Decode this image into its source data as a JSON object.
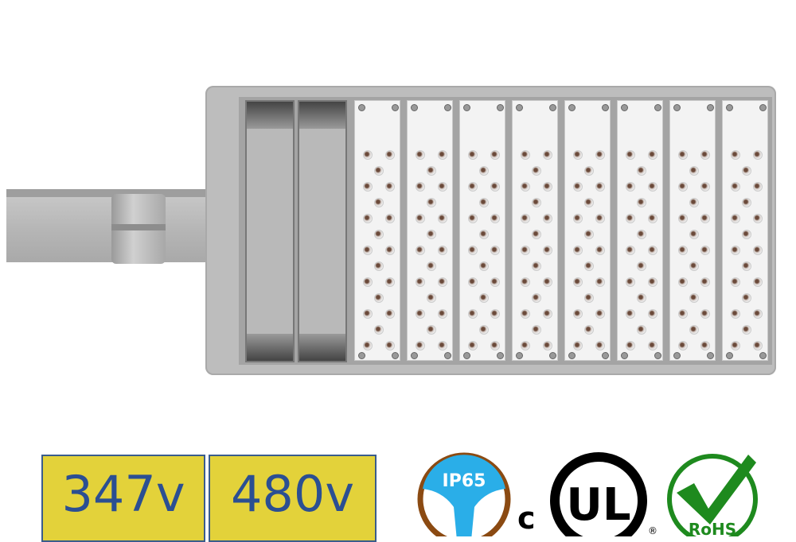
{
  "product": {
    "voltage_badges": [
      "347v",
      "480v"
    ],
    "certifications": {
      "ip_rating": "IP65",
      "ul_prefix": "c",
      "ul_mark": "UL",
      "ul_registered": "®",
      "rohs": "RoHS"
    },
    "led_module_count": 8,
    "driver_count": 2
  },
  "colors": {
    "badge_fill": "#e3d23a",
    "badge_text": "#2b4f92",
    "ip_blue": "#2aaee8",
    "ip_ring": "#8b4a12",
    "rohs_green": "#1e8a1e"
  }
}
